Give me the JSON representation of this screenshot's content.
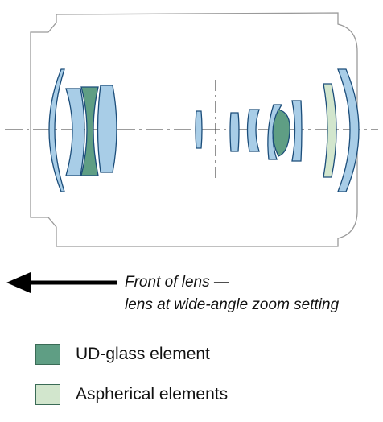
{
  "caption": {
    "line1": "Front of lens —",
    "line2": "lens at wide-angle zoom setting"
  },
  "legend": [
    {
      "label": "UD-glass element",
      "color": "#5f9e84"
    },
    {
      "label": "Aspherical elements",
      "color": "#d2e6cd"
    }
  ],
  "colors": {
    "standard_glass": "#a8cde7",
    "glass_outline": "#1b4d7a",
    "ud_glass": "#5f9e84",
    "aspherical": "#d2e6cd",
    "barrel_outline": "#9a9a9a",
    "axis_line": "#3a3a3a",
    "arrow": "#000000"
  }
}
